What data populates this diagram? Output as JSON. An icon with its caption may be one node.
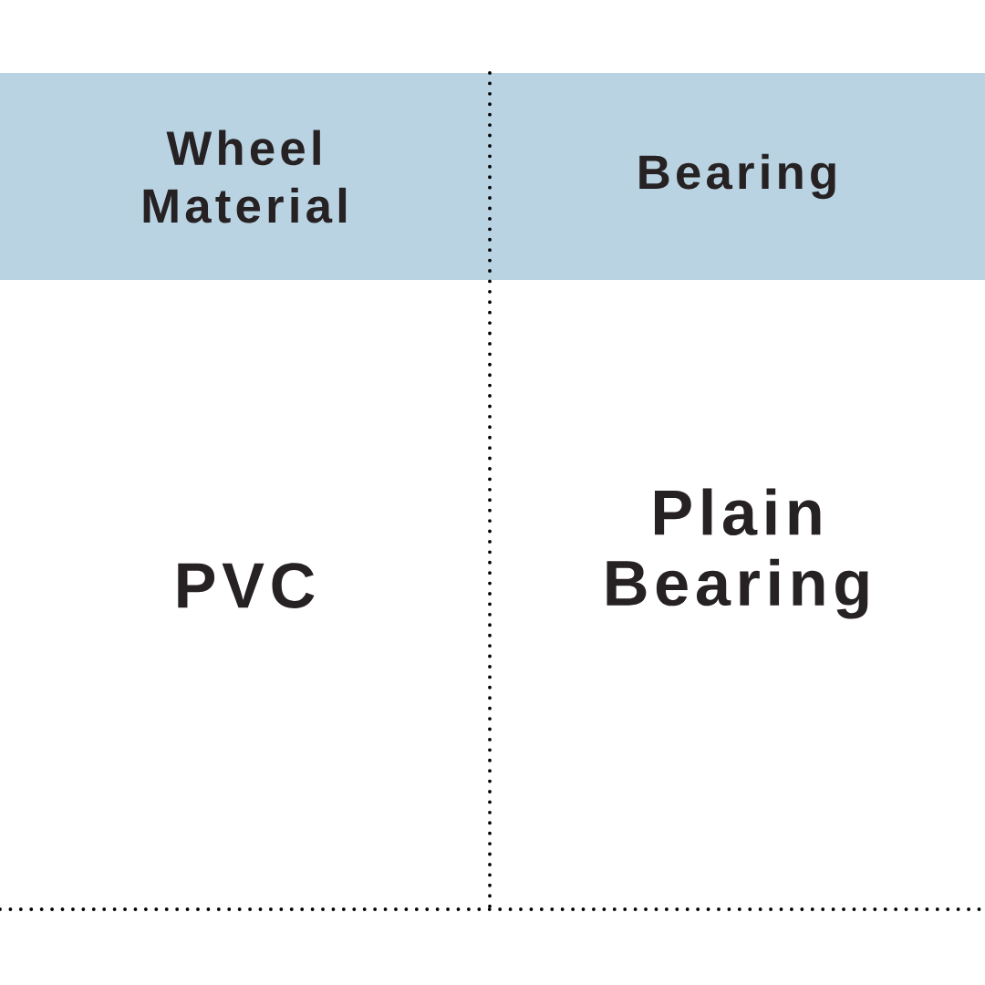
{
  "diagram": {
    "labels": [
      "Wheel Material",
      "Bearing",
      "PVC",
      "Plain Bearing"
    ]
  }
}
